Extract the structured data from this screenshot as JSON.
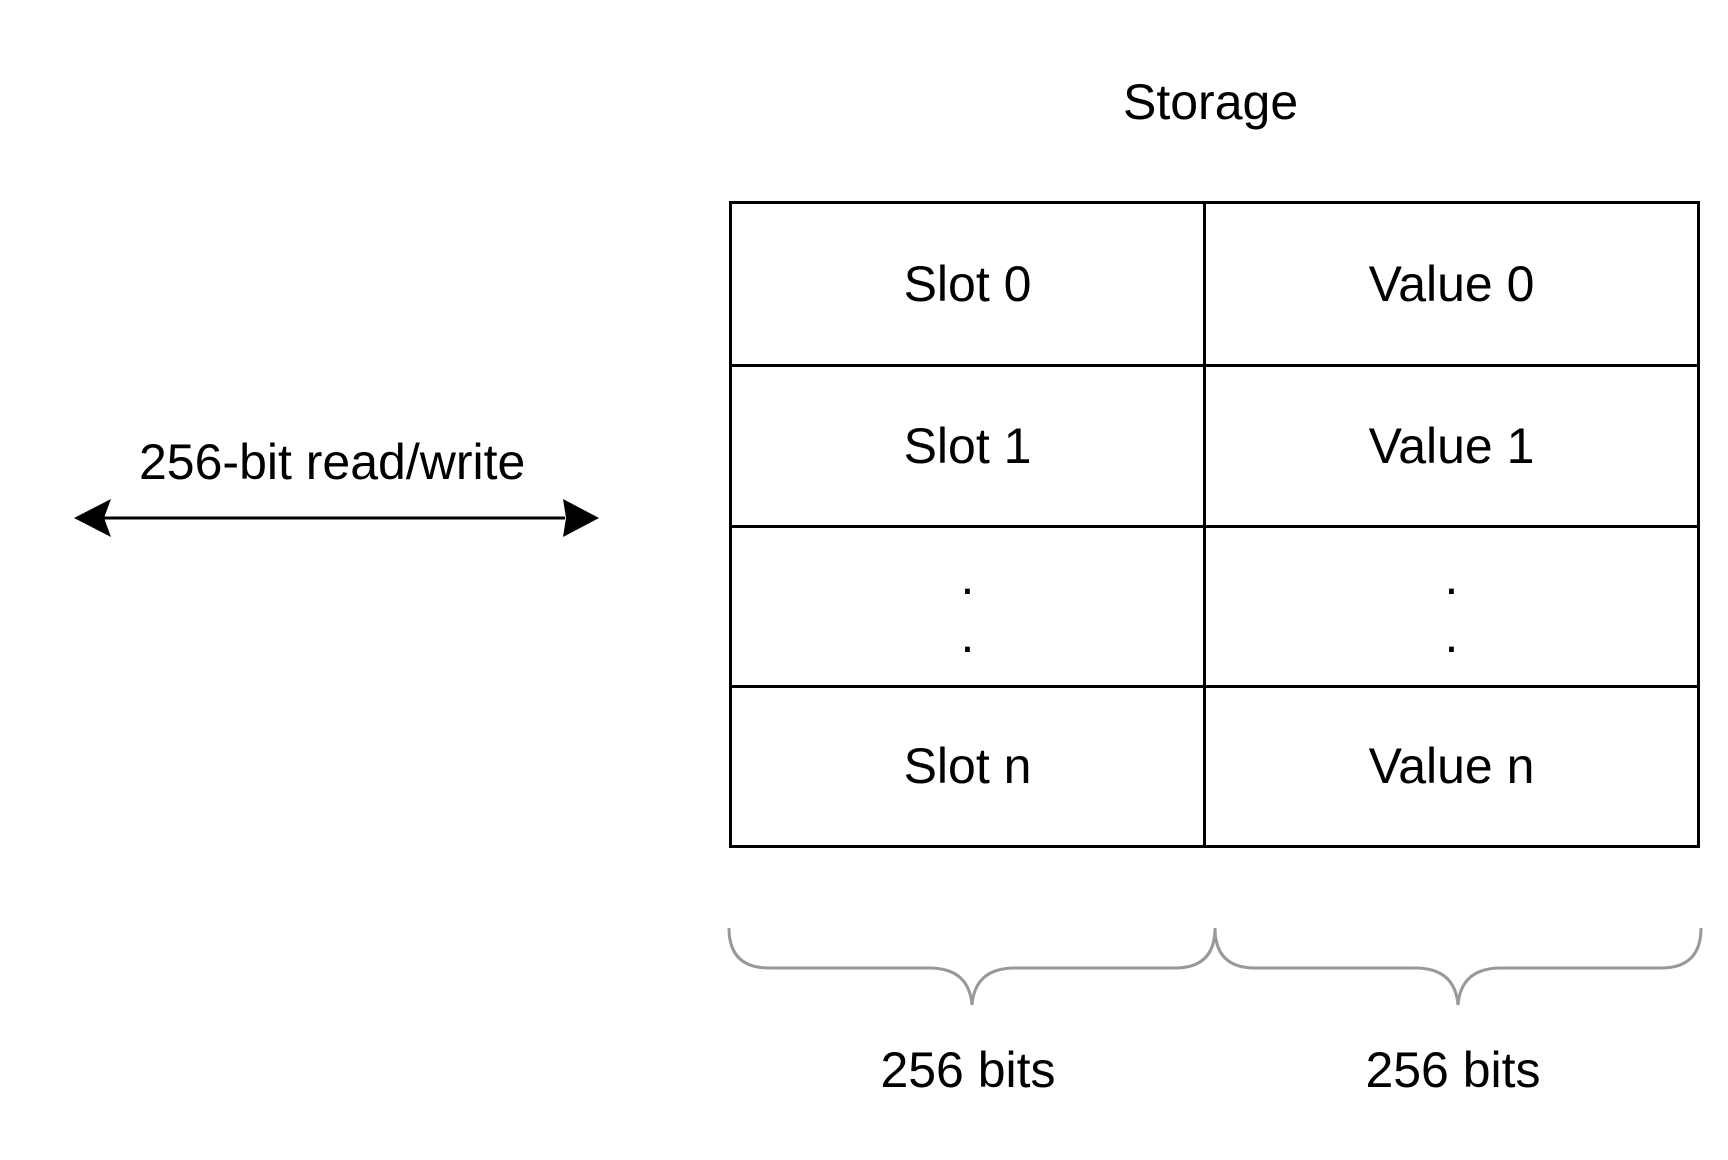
{
  "diagram": {
    "title": "Storage",
    "arrow_label": "256-bit read/write",
    "rows": [
      {
        "slot": "Slot 0",
        "value": "Value 0"
      },
      {
        "slot": "Slot 1",
        "value": "Value 1"
      },
      {
        "slot_dots": [
          ".",
          "."
        ],
        "value_dots": [
          ".",
          "."
        ]
      },
      {
        "slot": "Slot n",
        "value": "Value n"
      }
    ],
    "brace_labels": {
      "slot_width": "256 bits",
      "value_width": "256 bits"
    },
    "colors": {
      "lines": "#000000",
      "braces": "#999999",
      "background": "#ffffff"
    }
  }
}
